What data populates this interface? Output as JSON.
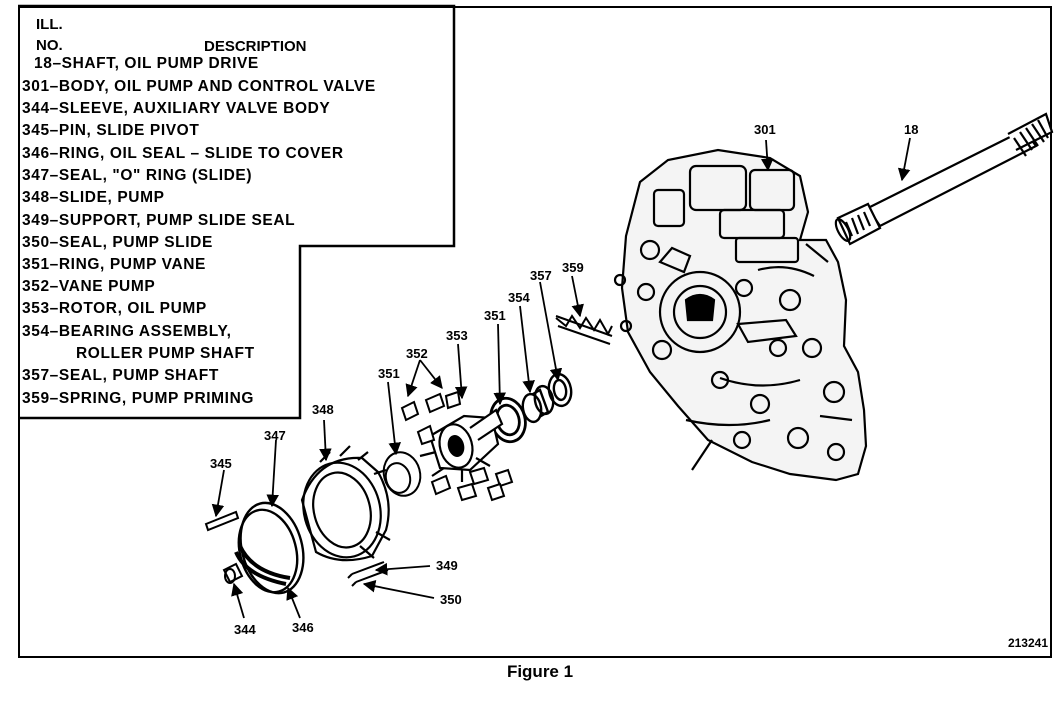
{
  "legend": {
    "col_header_1": "ILL.",
    "col_header_2": "NO.",
    "col_header_3": "DESCRIPTION",
    "items": [
      "18–SHAFT, OIL PUMP DRIVE",
      "301–BODY, OIL PUMP AND CONTROL VALVE",
      "344–SLEEVE, AUXILIARY VALVE BODY",
      "345–PIN, SLIDE PIVOT",
      "346–RING, OIL SEAL – SLIDE TO COVER",
      "347–SEAL, \"O\" RING (SLIDE)",
      "348–SLIDE, PUMP",
      "349–SUPPORT, PUMP SLIDE SEAL",
      "350–SEAL, PUMP SLIDE",
      "351–RING, PUMP VANE",
      "352–VANE PUMP",
      "353–ROTOR, OIL PUMP",
      "354–BEARING ASSEMBLY,",
      "ROLLER PUMP SHAFT",
      "357–SEAL, PUMP SHAFT",
      "359–SPRING, PUMP PRIMING"
    ]
  },
  "callouts": {
    "c301": "301",
    "c18": "18",
    "c357": "357",
    "c359": "359",
    "c354": "354",
    "c351a": "351",
    "c353": "353",
    "c352": "352",
    "c351b": "351",
    "c348": "348",
    "c347": "347",
    "c345": "345",
    "c349": "349",
    "c350": "350",
    "c344": "344",
    "c346": "346"
  },
  "figure_number": "213241",
  "caption": "Figure 1"
}
